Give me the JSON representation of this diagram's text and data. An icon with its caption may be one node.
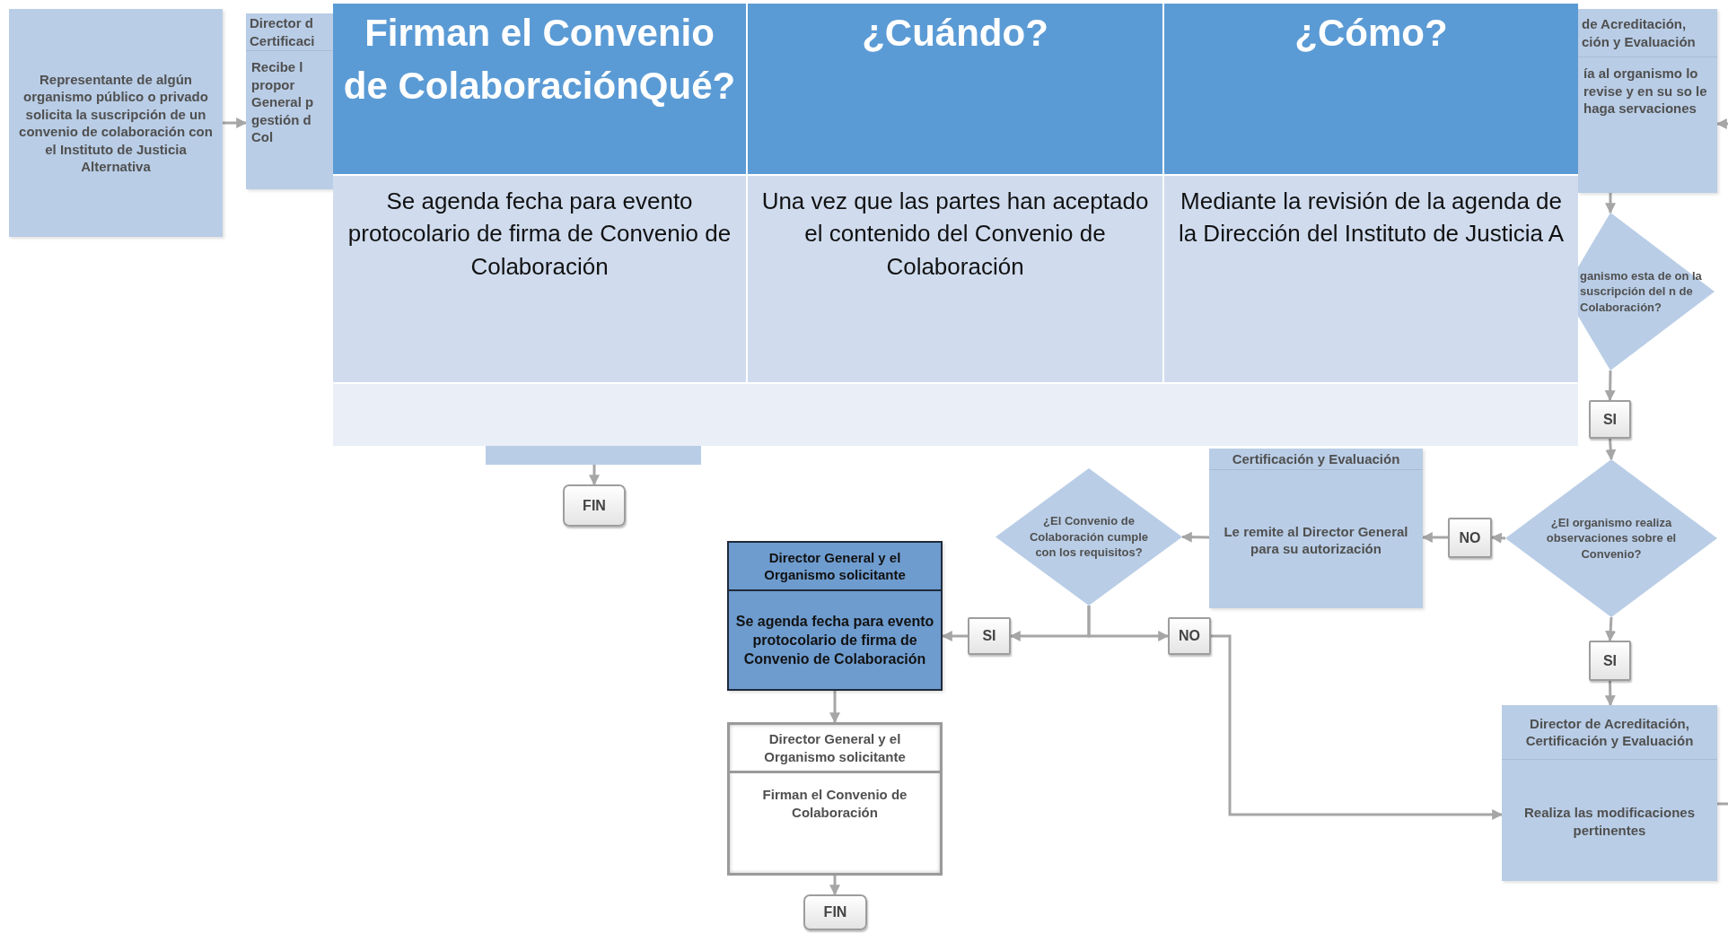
{
  "diagram": {
    "nodes": [
      {
        "text": [
          "Representante de algún organismo público o privado solicita la suscripción de un convenio de colaboración con el Instituto de Justicia Alternativa"
        ]
      },
      {
        "text": [
          "Director d Certificaci",
          "Recibe l propor General p gestión d Col"
        ]
      },
      {
        "text": [
          "de Acreditación, ción y Evaluación",
          "ía al organismo lo revise y en su so le haga servaciones"
        ]
      },
      {
        "text": [
          "ganismo esta de on la suscripción del n de Colaboración?"
        ]
      },
      {
        "text": [
          "SI"
        ]
      },
      {
        "text": [],
        "shape": "bar"
      },
      {
        "text": [
          "Certificación y Evaluación",
          "Le remite al Director General para su autorización"
        ]
      },
      {
        "text": [
          "¿El organismo realiza observaciones sobre el Convenio?"
        ]
      },
      {
        "text": [
          "FIN"
        ]
      },
      {
        "text": [
          "¿El Convenio de Colaboración cumple con los requisitos?"
        ]
      },
      {
        "text": [
          "NO"
        ]
      },
      {
        "text": [
          "Director General y el Organismo solicitante",
          "Se agenda fecha para evento protocolario de firma de Convenio de Colaboración"
        ]
      },
      {
        "text": [
          "SI"
        ]
      },
      {
        "text": [
          "NO"
        ]
      },
      {
        "text": [
          "SI"
        ]
      },
      {
        "text": [
          "Director de Acreditación, Certificación y Evaluación",
          "Realiza las modificaciones pertinentes"
        ]
      },
      {
        "text": [
          "Director General y el Organismo solicitante",
          "Firman el Convenio de Colaboración"
        ]
      },
      {
        "text": [
          "FIN"
        ]
      }
    ],
    "edges": [
      {
        "from": 0,
        "to": 1,
        "arrow": "to"
      },
      {
        "from": null,
        "to": 2,
        "arrow": "to"
      },
      {
        "from": 2,
        "to": 3,
        "arrow": "to"
      },
      {
        "from": 3,
        "to": 4,
        "arrow": "to"
      },
      {
        "from": 4,
        "to": 7,
        "arrow": "to"
      },
      {
        "from": 7,
        "to": 10,
        "arrow": "to"
      },
      {
        "from": 10,
        "to": 6,
        "arrow": "to"
      },
      {
        "from": 6,
        "to": 9,
        "arrow": "to"
      },
      {
        "from": 9,
        "to": 12,
        "arrow": "to"
      },
      {
        "from": 9,
        "to": 13,
        "arrow": "to"
      },
      {
        "from": 12,
        "to": 11,
        "arrow": "to"
      },
      {
        "from": 13,
        "to": 15,
        "arrow": "to"
      },
      {
        "from": 7,
        "to": 14,
        "arrow": "to"
      },
      {
        "from": 14,
        "to": 15,
        "arrow": "to"
      },
      {
        "from": 15,
        "to": null,
        "arrow": "none"
      },
      {
        "from": 11,
        "to": 16,
        "arrow": "to"
      },
      {
        "from": 16,
        "to": 17,
        "arrow": "to"
      },
      {
        "from": 5,
        "to": 8,
        "arrow": "to"
      }
    ],
    "labels": [
      "Firman el Convenio de ColaboraciónQué?",
      "¿Cuándo?",
      "¿Cómo?",
      "Se agenda fecha para evento protocolario de firma de Convenio de Colaboración",
      "Una vez que las partes han aceptado el contenido del Convenio de Colaboración",
      "Mediante la revisión de la agenda de la Dirección del Instituto de Justicia A"
    ]
  }
}
